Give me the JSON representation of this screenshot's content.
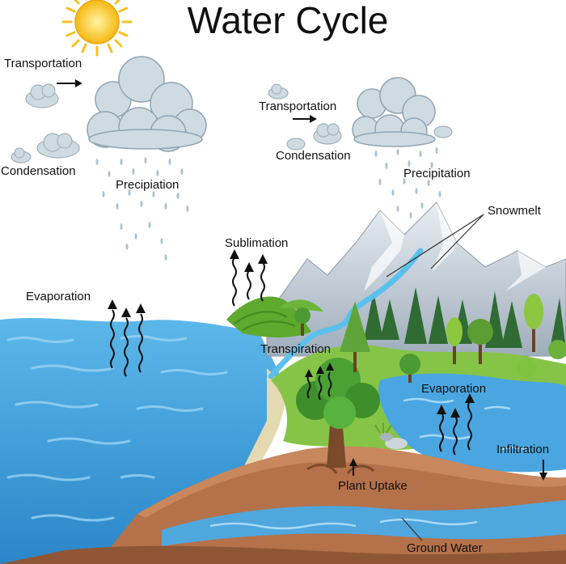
{
  "title": "Water Cycle",
  "labels": {
    "transportation_left": "Transportation",
    "condensation_left": "Condensation",
    "precipitation_left": "Precipiation",
    "transportation_right": "Transportation",
    "condensation_right": "Condensation",
    "precipitation_right": "Precipitation",
    "snowmelt": "Snowmelt",
    "sublimation": "Sublimation",
    "evaporation_sea": "Evaporation",
    "transpiration": "Transpiration",
    "evaporation_lake": "Evaporation",
    "infiltration": "Infiltration",
    "plant_uptake": "Plant Uptake",
    "ground_water": "Ground Water"
  },
  "colors": {
    "sky": "#ffffff",
    "sun": "#f7c51e",
    "cloud": "#c9d7df",
    "water": "#3fa0dc",
    "grass": "#7ec242",
    "soil": "#b5714a",
    "mountain": "#b9c4cf"
  }
}
